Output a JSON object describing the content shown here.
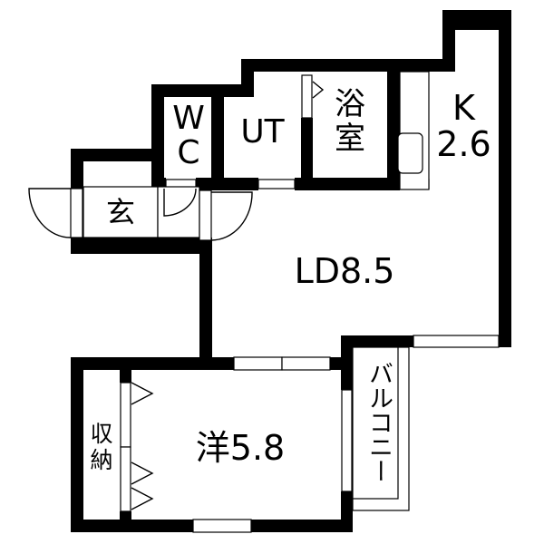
{
  "floor_plan": {
    "colors": {
      "wall": "#000000",
      "background": "#ffffff"
    },
    "rooms": {
      "wc": {
        "label_line1": "W",
        "label_line2": "C"
      },
      "ut": {
        "label": "UT"
      },
      "bath": {
        "label_line1": "浴",
        "label_line2": "室"
      },
      "kitchen": {
        "label_line1": "K",
        "label_line2": "2.6"
      },
      "entrance": {
        "label": "玄"
      },
      "ldk": {
        "label": "LD8.5"
      },
      "western_room": {
        "label": "洋5.8"
      },
      "closet": {
        "label_line1": "収",
        "label_line2": "納"
      },
      "balcony": {
        "label": "バルコニー"
      }
    }
  }
}
